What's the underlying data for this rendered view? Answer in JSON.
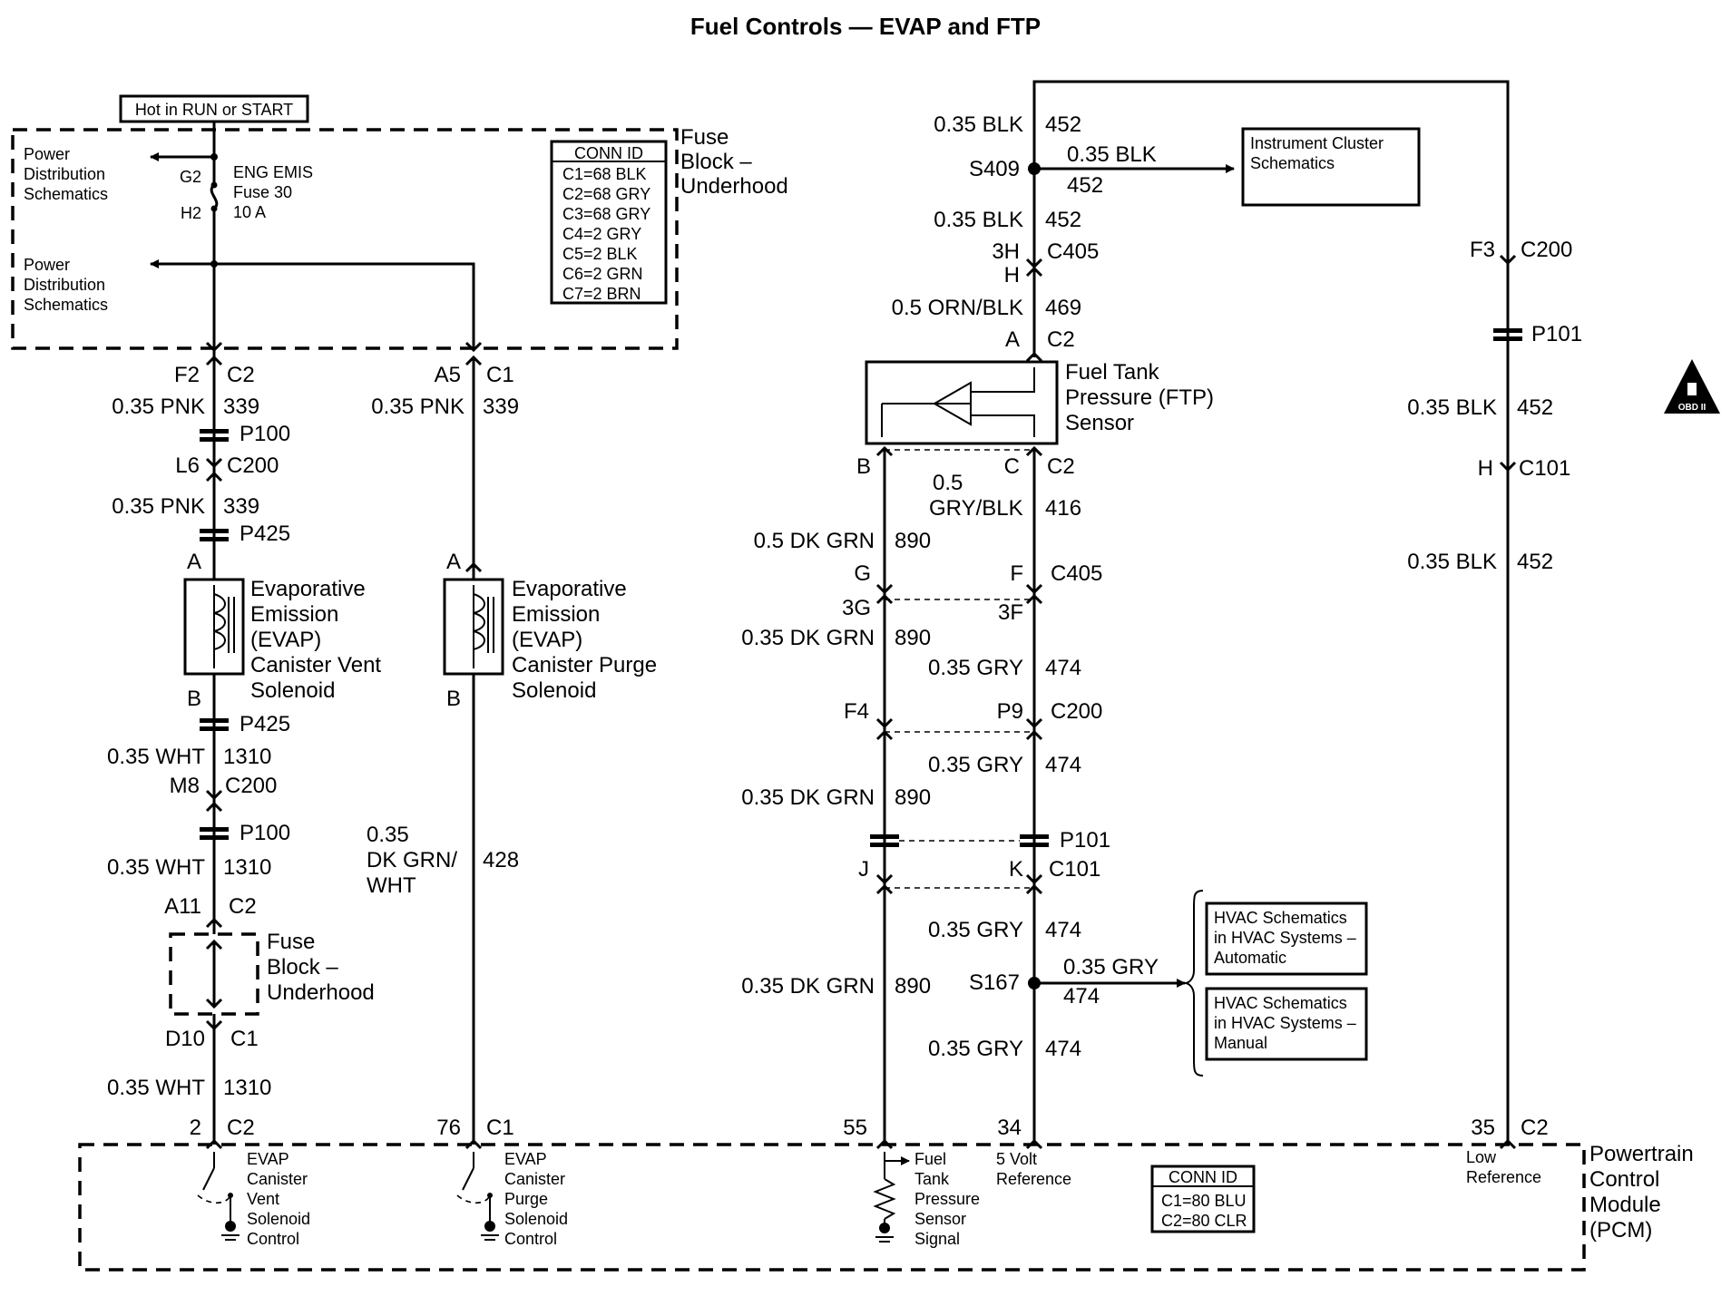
{
  "title": "Fuel Controls — EVAP and FTP",
  "labels": {
    "hot": "Hot in RUN or START",
    "pd1a": "Power",
    "pd1b": "Distribution",
    "pd1c": "Schematics",
    "pd2a": "Power",
    "pd2b": "Distribution",
    "pd2c": "Schematics",
    "g2": "G2",
    "h2": "H2",
    "fuse1": "ENG EMIS",
    "fuse2": "Fuse 30",
    "fuse3": "10 A",
    "fb1": "Fuse",
    "fb2": "Block –",
    "fb3": "Underhood",
    "conn1_title": "CONN ID",
    "conn1_0": "C1=68 BLK",
    "conn1_1": "C2=68 GRY",
    "conn1_2": "C3=68 GRY",
    "conn1_3": "C4=2 GRY",
    "conn1_4": "C5=2 BLK",
    "conn1_5": "C6=2 GRN",
    "conn1_6": "C7=2 BRN",
    "f2": "F2",
    "c2a": "C2",
    "w1": "0.35 PNK",
    "n339a": "339",
    "p100a": "P100",
    "l6": "L6",
    "c200a": "C200",
    "w2": "0.35 PNK",
    "n339b": "339",
    "p425a": "P425",
    "a_vent": "A",
    "ev1": "Evaporative",
    "ev2": "Emission",
    "ev3": "(EVAP)",
    "ev4": "Canister Vent",
    "ev5": "Solenoid",
    "b_vent": "B",
    "p425b": "P425",
    "w3": "0.35 WHT",
    "n1310a": "1310",
    "m8": "M8",
    "c200b": "C200",
    "p100b": "P100",
    "w4": "0.35 WHT",
    "n1310b": "1310",
    "a11": "A11",
    "c2b": "C2",
    "fb4": "Fuse",
    "fb5": "Block –",
    "fb6": "Underhood",
    "d10": "D10",
    "c1a": "C1",
    "w5": "0.35 WHT",
    "n1310c": "1310",
    "pin2": "2",
    "c2c": "C2",
    "a5": "A5",
    "c1b": "C1",
    "w6": "0.35 PNK",
    "n339c": "339",
    "a_purge": "A",
    "ep1": "Evaporative",
    "ep2": "Emission",
    "ep3": "(EVAP)",
    "ep4": "Canister Purge",
    "ep5": "Solenoid",
    "b_purge": "B",
    "w7a": "0.35",
    "w7b": "DK GRN/",
    "w7c": "WHT",
    "n428": "428",
    "pin76": "76",
    "c1c": "C1",
    "w8": "0.35 BLK",
    "n452a": "452",
    "s409": "S409",
    "w9": "0.35 BLK",
    "n452b": "452",
    "ic1": "Instrument Cluster",
    "ic2": "Schematics",
    "w10": "0.35 BLK",
    "n452c": "452",
    "pin3h": "3H",
    "c405a": "C405",
    "pinh": "H",
    "w11": "0.5 ORN/BLK",
    "n469": "469",
    "pina": "A",
    "c2d": "C2",
    "ftp1": "Fuel Tank",
    "ftp2": "Pressure (FTP)",
    "ftp3": "Sensor",
    "pinb": "B",
    "pinc": "C",
    "c2e": "C2",
    "w12a": "0.5",
    "w12b": "GRY/BLK",
    "n416": "416",
    "w13": "0.5 DK GRN",
    "n890a": "890",
    "ping": "G",
    "pinf": "F",
    "c405b": "C405",
    "pin3g": "3G",
    "pin3f": "3F",
    "w14": "0.35 DK GRN",
    "n890b": "890",
    "w15": "0.35 GRY",
    "n474a": "474",
    "pinf4": "F4",
    "pinp9": "P9",
    "c200c": "C200",
    "w16": "0.35 GRY",
    "n474b": "474",
    "w17": "0.35 DK GRN",
    "n890c": "890",
    "p101a": "P101",
    "pinj": "J",
    "pink": "K",
    "c101a": "C101",
    "w18": "0.35 GRY",
    "n474c": "474",
    "w19": "0.35 DK GRN",
    "n890d": "890",
    "s167": "S167",
    "w20": "0.35 GRY",
    "n474d": "474",
    "w21": "0.35 GRY",
    "n474e": "474",
    "hva1": "HVAC Schematics",
    "hva2": "in HVAC Systems –",
    "hva3": "Automatic",
    "hvm1": "HVAC Schematics",
    "hvm2": "in HVAC Systems –",
    "hvm3": "Manual",
    "pin55": "55",
    "pin34": "34",
    "f3": "F3",
    "c200d": "C200",
    "p101b": "P101",
    "w22": "0.35 BLK",
    "n452d": "452",
    "pinh2": "H",
    "c101b": "C101",
    "w23": "0.35 BLK",
    "n452e": "452",
    "pin35": "35",
    "c2f": "C2",
    "pcm_v1": "EVAP",
    "pcm_v2": "Canister",
    "pcm_v3": "Vent",
    "pcm_v4": "Solenoid",
    "pcm_v5": "Control",
    "pcm_p1": "EVAP",
    "pcm_p2": "Canister",
    "pcm_p3": "Purge",
    "pcm_p4": "Solenoid",
    "pcm_p5": "Control",
    "pcm_f1": "Fuel",
    "pcm_f2": "Tank",
    "pcm_f3": "Pressure",
    "pcm_f4": "Sensor",
    "pcm_f5": "Signal",
    "pcm_r1": "5 Volt",
    "pcm_r2": "Reference",
    "conn2_title": "CONN ID",
    "conn2_0": "C1=80 BLU",
    "conn2_1": "C2=80 CLR",
    "pcm_l1": "Low",
    "pcm_l2": "Reference",
    "pcm1": "Powertrain",
    "pcm2": "Control",
    "pcm3": "Module",
    "pcm4": "(PCM)",
    "obd": "OBD II"
  }
}
